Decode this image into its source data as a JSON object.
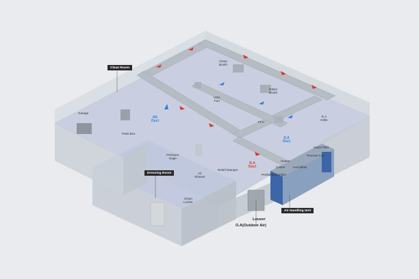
{
  "rooms": {
    "clean_room": "Clean Room",
    "dressing_room": "Dressing Room"
  },
  "components": {
    "garage": "Garage",
    "pass_box": "Pass Box",
    "clean_booth": "Clean\nBooth",
    "uda_fan": "UDA\nFan",
    "glass_booth": "Glass\nBooth",
    "ffu": "FFU",
    "ra_grille": "R.A\nGrille",
    "pressure_gage": "Pressure\nGage",
    "air_shower": "Air\nShower",
    "relief_damper": "Relief Damper",
    "clean_locker": "Clean\nLocker",
    "heater": "Heater",
    "cooler": "Cooler",
    "humidifier": "Humidifier",
    "pre_medium_filter": "Pre/Medium Filter",
    "hepa_filter": "Hepa Filter",
    "process_fan": "Process Fan",
    "louver": "Louver",
    "oa": "O.A(Outdoor Air)",
    "ahu": "Air Handling Unit"
  },
  "ducts": {
    "ra_duct_left": "RA\nDuct",
    "sa_duct": "S.A\nDuct",
    "ra_duct_center": "R.A\nDuct"
  },
  "colors": {
    "background": "#e9ebee",
    "duct": "#b6bcc3",
    "supply_air": "#2f7fd6",
    "return_air": "#d63a2f",
    "tag_bg": "#2a2a2a"
  }
}
